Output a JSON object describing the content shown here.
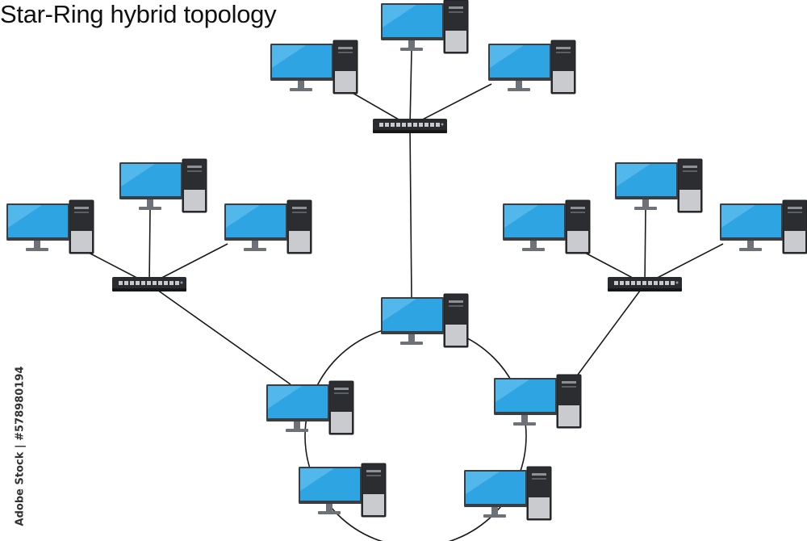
{
  "diagram": {
    "title": "Star-Ring hybrid topology",
    "watermark": "Adobe Stock | #578980194",
    "colors": {
      "screen": "#2fa4e2",
      "screen_highlight": "#6fc6f0",
      "bezel": "#3a3d42",
      "stand": "#6d7278",
      "tower_top": "#2b2d31",
      "tower_bottom": "#c9cbce",
      "switch": "#2a2b2e",
      "port": "#c7c9cc",
      "link": "#1a1a1a"
    },
    "nodes": [
      {
        "id": "hub-top",
        "kind": "switch"
      },
      {
        "id": "top-pc-left",
        "kind": "computer"
      },
      {
        "id": "top-pc-center",
        "kind": "computer"
      },
      {
        "id": "top-pc-right",
        "kind": "computer"
      },
      {
        "id": "hub-left",
        "kind": "switch"
      },
      {
        "id": "left-pc-left",
        "kind": "computer"
      },
      {
        "id": "left-pc-center",
        "kind": "computer"
      },
      {
        "id": "left-pc-right",
        "kind": "computer"
      },
      {
        "id": "hub-right",
        "kind": "switch"
      },
      {
        "id": "right-pc-left",
        "kind": "computer"
      },
      {
        "id": "right-pc-center",
        "kind": "computer"
      },
      {
        "id": "right-pc-right",
        "kind": "computer"
      },
      {
        "id": "ring-top",
        "kind": "computer"
      },
      {
        "id": "ring-upper-left",
        "kind": "computer"
      },
      {
        "id": "ring-upper-right",
        "kind": "computer"
      },
      {
        "id": "ring-lower-left",
        "kind": "computer"
      },
      {
        "id": "ring-lower-right",
        "kind": "computer"
      }
    ],
    "links": [
      {
        "from": "hub-top",
        "to": "top-pc-left"
      },
      {
        "from": "hub-top",
        "to": "top-pc-center"
      },
      {
        "from": "hub-top",
        "to": "top-pc-right"
      },
      {
        "from": "hub-top",
        "to": "ring-top"
      },
      {
        "from": "hub-left",
        "to": "left-pc-left"
      },
      {
        "from": "hub-left",
        "to": "left-pc-center"
      },
      {
        "from": "hub-left",
        "to": "left-pc-right"
      },
      {
        "from": "hub-left",
        "to": "ring-upper-left"
      },
      {
        "from": "hub-right",
        "to": "right-pc-left"
      },
      {
        "from": "hub-right",
        "to": "right-pc-center"
      },
      {
        "from": "hub-right",
        "to": "right-pc-right"
      },
      {
        "from": "hub-right",
        "to": "ring-upper-right"
      }
    ],
    "ring": {
      "members": [
        "ring-top",
        "ring-upper-right",
        "ring-lower-right",
        "ring-lower-left",
        "ring-upper-left"
      ]
    }
  }
}
